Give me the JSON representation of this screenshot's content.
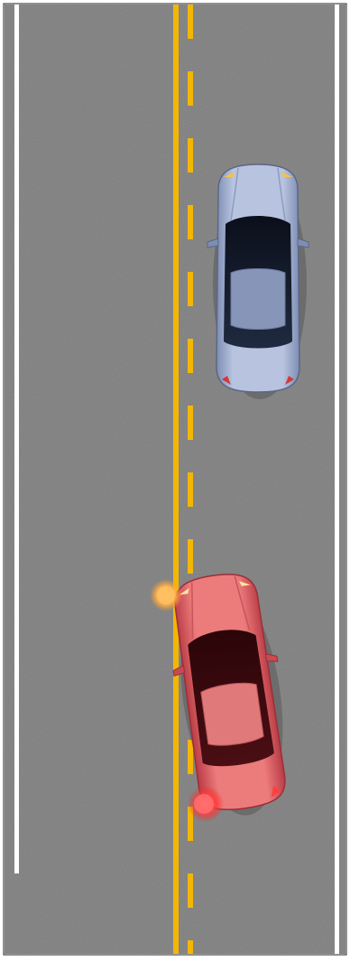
{
  "scene": {
    "road_color": "#8a8a8a",
    "edge_line_color": "#ffffff",
    "center_line_color": "#f2b705"
  },
  "vehicles": {
    "blue_car": {
      "color": "#a9b6d3",
      "orientation": "facing-up"
    },
    "red_car": {
      "color": "#e06a6a",
      "orientation": "facing-up-left",
      "tilt_degrees": -8,
      "signals": [
        "turn-signal-front-left",
        "brake-light-rear-left"
      ]
    }
  }
}
